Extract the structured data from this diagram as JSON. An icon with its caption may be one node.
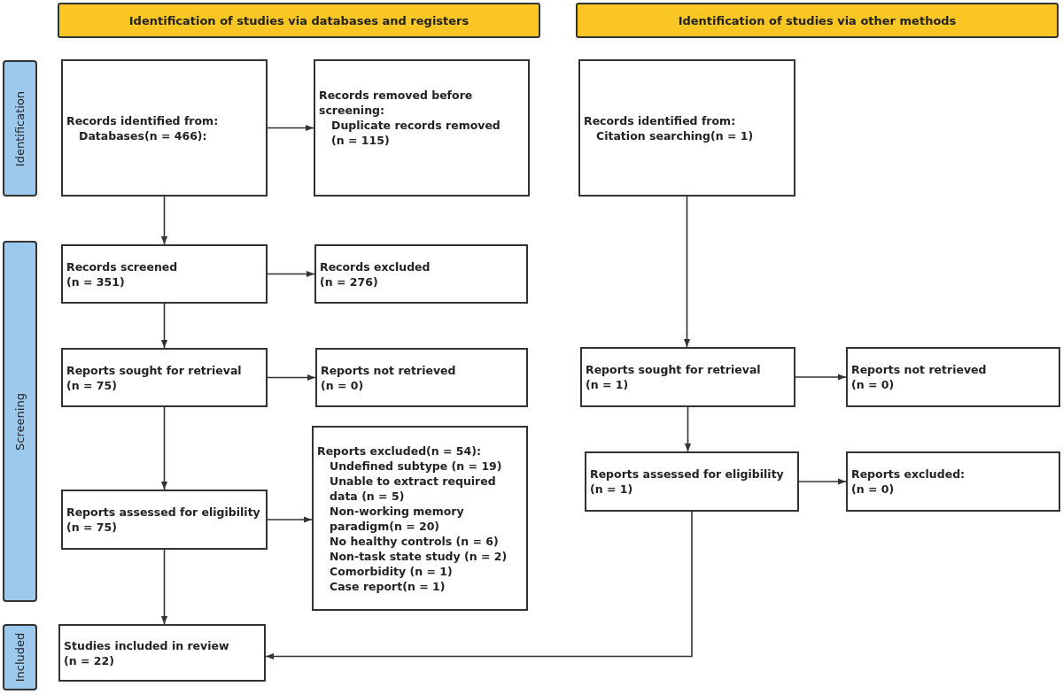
{
  "diagram": {
    "nodes": [
      {
        "text": [
          "Identification of studies via databases and registers"
        ]
      },
      {
        "text": [
          "Identification of studies via other methods"
        ]
      },
      {
        "text": [
          "Identification"
        ]
      },
      {
        "text": [
          "Screening"
        ]
      },
      {
        "text": [
          "Included"
        ]
      },
      {
        "text": [
          "Records identified from:",
          "Databases(n = 466):"
        ]
      },
      {
        "text": [
          "Records removed before screening:",
          "Duplicate records removed",
          "(n = 115)"
        ]
      },
      {
        "text": [
          "Records identified from:",
          "Citation searching(n = 1)"
        ]
      },
      {
        "text": [
          "Records screened",
          "(n = 351)"
        ]
      },
      {
        "text": [
          "Records excluded",
          "(n = 276)"
        ]
      },
      {
        "text": [
          "Reports sought for retrieval",
          "(n = 75)"
        ]
      },
      {
        "text": [
          "Reports not retrieved",
          "(n = 0)"
        ]
      },
      {
        "text": [
          "Reports assessed for eligibility",
          "(n = 75)"
        ]
      },
      {
        "text": [
          "Reports excluded(n = 54):",
          "Undefined subtype (n = 19)",
          "Unable to extract required data (n = 5)",
          "Non-working memory paradigm(n = 20)",
          "No healthy controls (n = 6)",
          "Non-task state study (n = 2)",
          "Comorbidity (n = 1)",
          "Case report(n = 1)"
        ]
      },
      {
        "text": [
          "Studies included in review",
          "(n = 22)"
        ]
      },
      {
        "text": [
          "Reports sought for retrieval",
          "(n = 1)"
        ]
      },
      {
        "text": [
          "Reports not retrieved",
          "(n = 0)"
        ]
      },
      {
        "text": [
          "Reports assessed for eligibility",
          "(n = 1)"
        ]
      },
      {
        "text": [
          "Reports excluded:",
          "(n = 0)"
        ]
      }
    ],
    "edges": [
      {
        "from": 5,
        "to": 6,
        "arrow": "to"
      },
      {
        "from": 5,
        "to": 8,
        "arrow": "to"
      },
      {
        "from": 8,
        "to": 9,
        "arrow": "to"
      },
      {
        "from": 8,
        "to": 10,
        "arrow": "to"
      },
      {
        "from": 10,
        "to": 11,
        "arrow": "to"
      },
      {
        "from": 10,
        "to": 12,
        "arrow": "to"
      },
      {
        "from": 12,
        "to": 13,
        "arrow": "to"
      },
      {
        "from": 12,
        "to": 14,
        "arrow": "to"
      },
      {
        "from": 7,
        "to": 15,
        "arrow": "to"
      },
      {
        "from": 15,
        "to": 16,
        "arrow": "to"
      },
      {
        "from": 15,
        "to": 17,
        "arrow": "to"
      },
      {
        "from": 17,
        "to": 18,
        "arrow": "to"
      },
      {
        "from": 17,
        "to": 14,
        "arrow": "to"
      }
    ]
  }
}
